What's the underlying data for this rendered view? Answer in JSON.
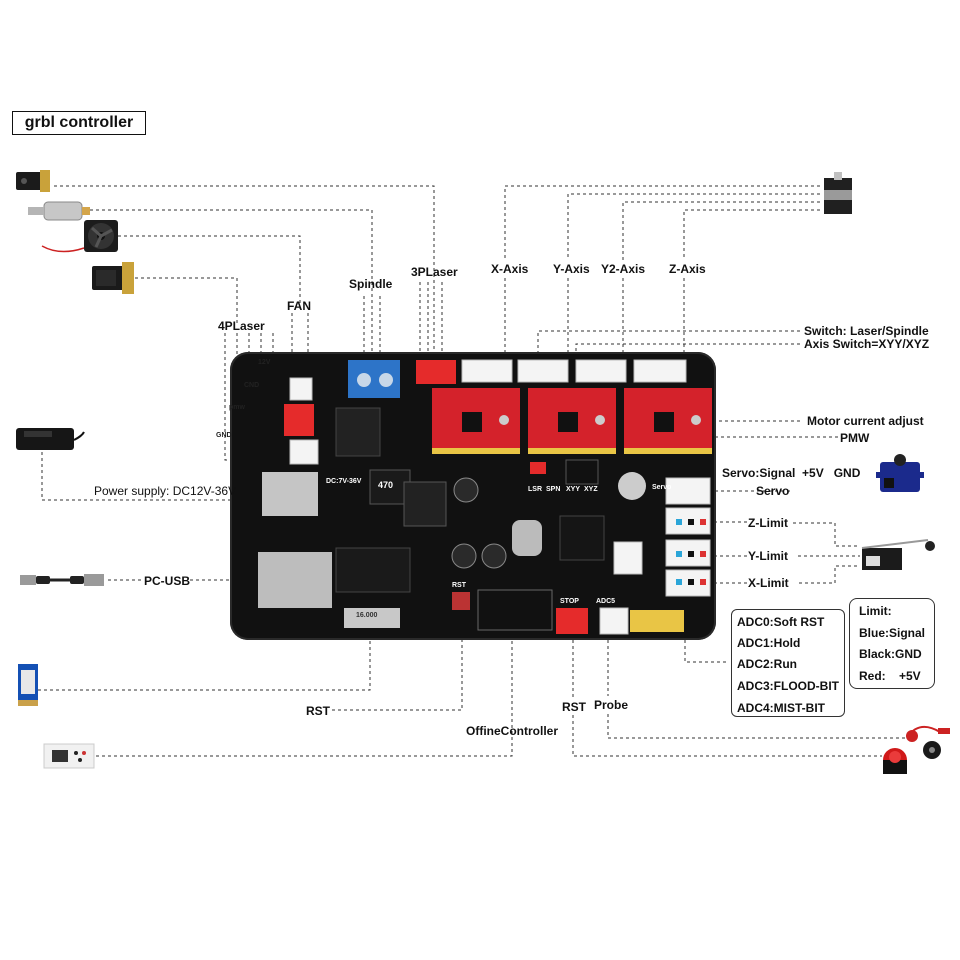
{
  "title": "grbl controller",
  "labels": {
    "fan": "FAN",
    "spindle": "Spindle",
    "laser3p": "3PLaser",
    "laser4p": "4PLaser",
    "x_axis": "X-Axis",
    "y_axis": "Y-Axis",
    "y2_axis": "Y2-Axis",
    "z_axis": "Z-Axis",
    "switch_laser": "Switch: Laser/Spindle",
    "axis_switch": "Axis Switch=XYY/XYZ",
    "motor_current": "Motor current adjust",
    "pmw": "PMW",
    "servo_pins": "Servo:Signal  +5V   GND",
    "servo": "Servo",
    "z_limit": "Z-Limit",
    "y_limit": "Y-Limit",
    "x_limit": "X-Limit",
    "power_supply": "Power supply: DC12V-36V",
    "pc_usb": "PC-USB",
    "rst_left": "RST",
    "offline_controller": "OffineController",
    "rst_bottom": "RST",
    "probe": "Probe",
    "pin_12v": "12V",
    "pin_cnd": "CND",
    "pin_pmw": "pmw",
    "pin_gnd": "GND"
  },
  "adc": {
    "items": [
      "ADC0:Soft RST",
      "ADC1:Hold",
      "ADC2:Run",
      "ADC3:FLOOD-BIT",
      "ADC4:MIST-BIT"
    ]
  },
  "limit": {
    "items": [
      "Limit:",
      "Blue:Signal",
      "Black:GND",
      "Red:    +5V"
    ]
  },
  "board_text": {
    "stop": "STOP",
    "adc5": "ADC5",
    "lsr": "LSR",
    "spn": "SPN",
    "xyy": "XYY",
    "xyz": "XYZ",
    "servo_silk": "Servo",
    "dc_silk": "DC:7V-36V",
    "ind": "470",
    "crystal": "16.000",
    "rst_silk": "RST"
  }
}
